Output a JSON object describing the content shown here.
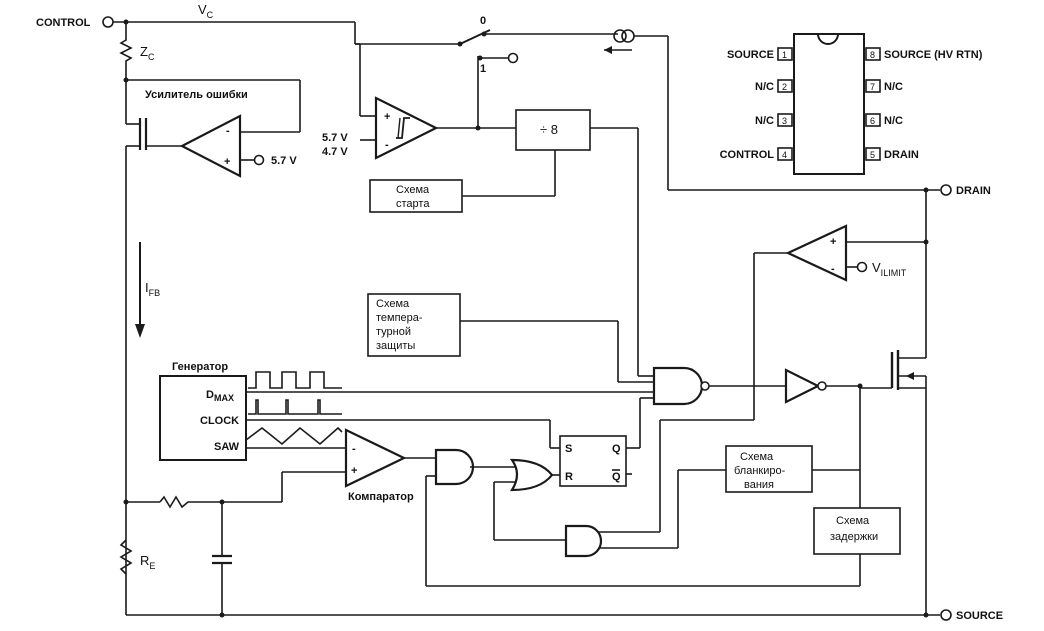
{
  "labels": {
    "control": "CONTROL",
    "vc_main": "V",
    "vc_sub": "C",
    "zc_main": "Z",
    "zc_sub": "C",
    "error_amp": "Усилитель ошибки",
    "v57": "5.7 V",
    "v57b": "5.7 V",
    "v47": "4.7 V",
    "sw0": "0",
    "sw1": "1",
    "div8": "÷ 8",
    "ifb_main": "I",
    "ifb_sub": "FB",
    "drain": "DRAIN",
    "source": "SOURCE",
    "ilimit_main": "V",
    "ilimit_sub": "I",
    "ilimit_tail": "LIMIT",
    "re_main": "R",
    "re_sub": "E",
    "generator": "Генератор",
    "dmax_main": "D",
    "dmax_sub": "MAX",
    "clock": "CLOCK",
    "saw": "SAW",
    "comparator": "Компаратор",
    "ff_s": "S",
    "ff_r": "R",
    "ff_q": "Q",
    "ff_qbar": "Q",
    "startup": [
      "Схема",
      "старта"
    ],
    "thermal": [
      "Схема",
      "темпера-",
      "турной",
      "защиты"
    ],
    "blanking": [
      "Схема",
      "бланкиро-",
      "вания"
    ],
    "delay": [
      "Схема",
      "задержки"
    ]
  },
  "package": {
    "left_pins": [
      {
        "name": "SOURCE",
        "num": "1"
      },
      {
        "name": "N/C",
        "num": "2"
      },
      {
        "name": "N/C",
        "num": "3"
      },
      {
        "name": "CONTROL",
        "num": "4"
      }
    ],
    "right_pins": [
      {
        "num": "8",
        "name": "SOURCE (HV RTN)"
      },
      {
        "num": "7",
        "name": "N/C"
      },
      {
        "num": "6",
        "name": "N/C"
      },
      {
        "num": "5",
        "name": "DRAIN"
      }
    ]
  }
}
